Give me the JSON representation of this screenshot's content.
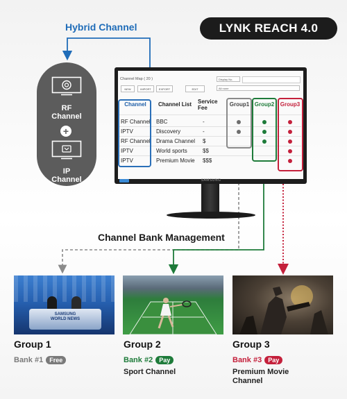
{
  "title": "LYNK REACH 4.0",
  "hybrid_label": "Hybrid Channel",
  "sources": {
    "rf": "RF\nChannel",
    "ip": "IP\nChannel",
    "plus": "+"
  },
  "monitor": {
    "map_title": "Channel Map ( 20 )",
    "toolbar": [
      "NEW",
      "IMPORT",
      "EXPORT",
      "EDIT"
    ],
    "display_select": "Display No.",
    "filter_select": "All none",
    "brand": "SAMSUNG",
    "headers": {
      "channel": "Channel",
      "list": "Channel List",
      "fee": "Service\nFee",
      "g1": "Group1",
      "g2": "Group2",
      "g3": "Group3"
    },
    "rows": [
      {
        "channel": "RF Channel",
        "name": "BBC",
        "fee": "-",
        "g1": true,
        "g2": true,
        "g3": true
      },
      {
        "channel": "IPTV",
        "name": "Discovery",
        "fee": "-",
        "g1": true,
        "g2": true,
        "g3": true
      },
      {
        "channel": "RF Channel",
        "name": "Drama Channel",
        "fee": "$",
        "g1": false,
        "g2": true,
        "g3": true
      },
      {
        "channel": "IPTV",
        "name": "World sports",
        "fee": "$$",
        "g1": false,
        "g2": false,
        "g3": true
      },
      {
        "channel": "IPTV",
        "name": "Premium Movie",
        "fee": "$$$",
        "g1": false,
        "g2": false,
        "g3": true
      }
    ]
  },
  "bank_management": "Channel Bank Management",
  "colors": {
    "group1": "#8a8a8a",
    "group2": "#1e7b3a",
    "group3": "#c4203b",
    "hybrid": "#1f6cb8"
  },
  "groups": [
    {
      "name": "Group 1",
      "bank": "Bank #1",
      "badge": "Free",
      "desc": "",
      "screen_text": "SAMSUNG\nWORLD NEWS"
    },
    {
      "name": "Group 2",
      "bank": "Bank #2",
      "badge": "Pay",
      "desc": "Sport Channel"
    },
    {
      "name": "Group 3",
      "bank": "Bank #3",
      "badge": "Pay",
      "desc": "Premium Movie\nChannel"
    }
  ]
}
